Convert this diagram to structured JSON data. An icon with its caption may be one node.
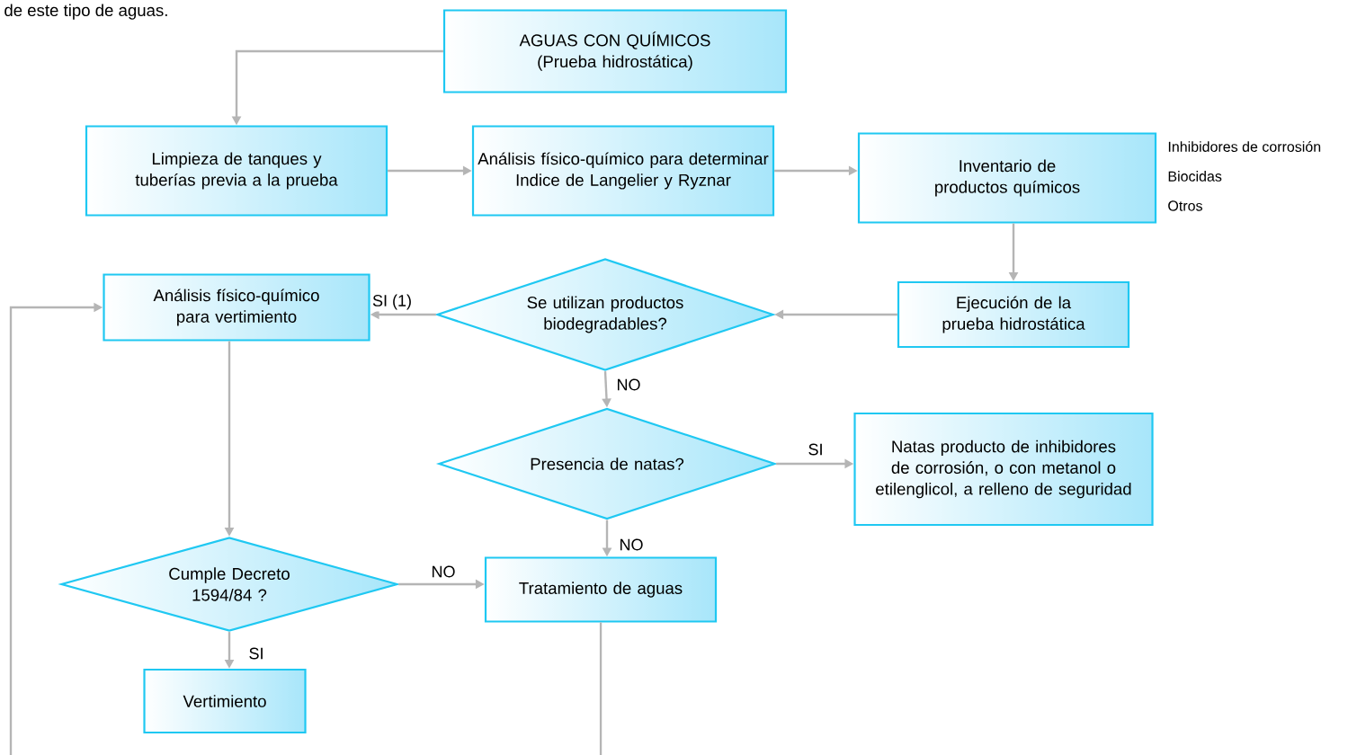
{
  "diagram": {
    "nodes": [
      {
        "text": [
          "AGUAS CON QUÍMICOS",
          "(Prueba hidrostática)"
        ]
      },
      {
        "text": [
          "Limpieza de tanques y tuberías previa a la prueba"
        ]
      },
      {
        "text": [
          "Análisis físico-químico para determinar Indice de Langelier y Ryznar"
        ]
      },
      {
        "text": [
          "Inventario de productos químicos"
        ],
        "beside": [
          "Inhibidores de corrosión",
          "Biocidas",
          "Otros"
        ]
      },
      {
        "text": [
          "Ejecución de la prueba hidrostática"
        ]
      },
      {
        "text": [
          "Análisis físico-químico para vertimiento"
        ]
      },
      {
        "text": [
          "Se utilizan productos biodegradables?"
        ]
      },
      {
        "text": [
          "Presencia de natas?"
        ]
      },
      {
        "text": [
          "Natas producto de inhibidores de corrosión, o con metanol o etilenglicol, a relleno de seguridad"
        ]
      },
      {
        "text": [
          "Tratamiento de aguas"
        ]
      },
      {
        "text": [
          "Cumple Decreto 1594/84 ?"
        ]
      },
      {
        "text": [
          "Vertimiento"
        ]
      }
    ],
    "edges": [
      {
        "from": 0,
        "to": 1,
        "arrow": "to"
      },
      {
        "from": 1,
        "to": 2,
        "arrow": "to"
      },
      {
        "from": 2,
        "to": 3,
        "arrow": "to"
      },
      {
        "from": 3,
        "to": 4,
        "arrow": "to"
      },
      {
        "from": 4,
        "to": 6,
        "arrow": "to"
      },
      {
        "from": 6,
        "to": 5,
        "arrow": "to",
        "label": "SI (1)"
      },
      {
        "from": 6,
        "to": 7,
        "arrow": "to",
        "label": "NO"
      },
      {
        "from": 7,
        "to": 8,
        "arrow": "to",
        "label": "SI"
      },
      {
        "from": 7,
        "to": 9,
        "arrow": "to",
        "label": "NO"
      },
      {
        "from": 5,
        "to": 10,
        "arrow": "to"
      },
      {
        "from": 10,
        "to": 9,
        "arrow": "to",
        "label": "NO"
      },
      {
        "from": 10,
        "to": 11,
        "arrow": "to",
        "label": "SI"
      },
      {
        "from": 9,
        "to": null,
        "arrow": "none"
      },
      {
        "from": null,
        "to": 5,
        "arrow": "to"
      }
    ],
    "labels": [
      "de este tipo de aguas."
    ]
  }
}
